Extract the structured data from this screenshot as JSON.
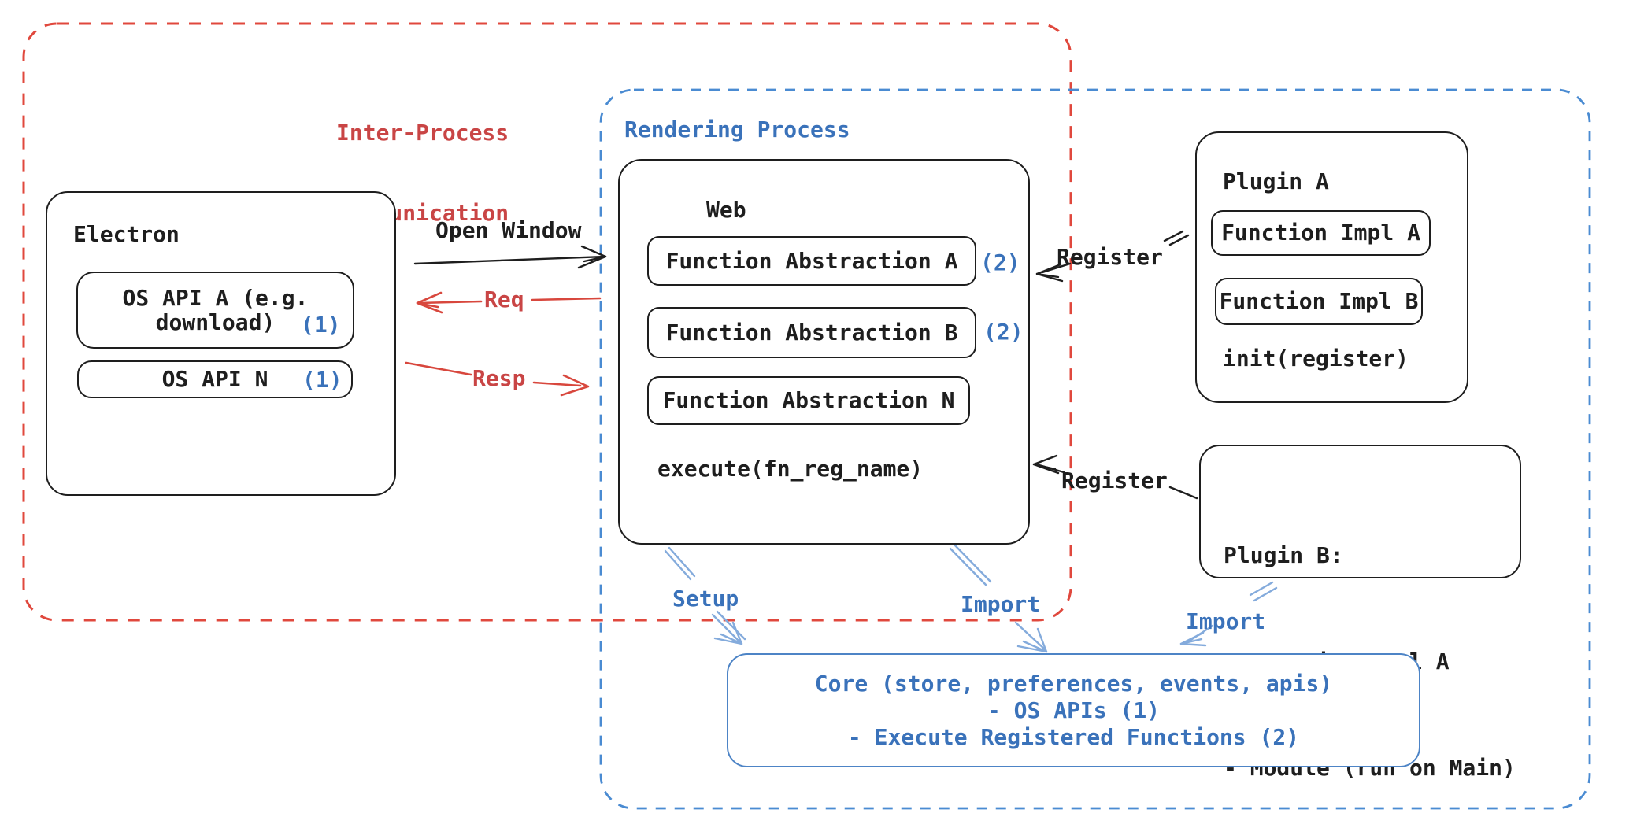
{
  "ipc": {
    "label_line1": "Inter-Process",
    "label_line2": "Communication"
  },
  "rendering": {
    "label": "Rendering Process"
  },
  "electron": {
    "title": "Electron",
    "os_api_a_line1": "OS API A (e.g.",
    "os_api_a_line2": "download)",
    "os_api_a_ref": "(1)",
    "os_api_n": "OS API N",
    "os_api_n_ref": "(1)"
  },
  "web": {
    "title": "Web",
    "fa_a": "Function Abstraction A",
    "fa_a_ref": "(2)",
    "fa_b": "Function Abstraction B",
    "fa_b_ref": "(2)",
    "fa_n": "Function Abstraction N",
    "execute": "execute(fn_reg_name)"
  },
  "plugin_a": {
    "title": "Plugin A",
    "impl_a": "Function Impl A",
    "impl_b": "Function Impl B",
    "init": "init(register)"
  },
  "plugin_b": {
    "line1": "Plugin B:",
    "line2": "- Function Impl A",
    "line3": "- Module (run on Main)"
  },
  "core": {
    "line1": "Core (store, preferences, events, apis)",
    "line2": "- OS APIs (1)",
    "line3": "- Execute Registered Functions (2)"
  },
  "labels": {
    "open_window": "Open Window",
    "req": "Req",
    "resp": "Resp",
    "register_plugin_a": "Register",
    "register_plugin_b": "Register",
    "setup": "Setup",
    "import_web": "Import",
    "import_plugin_b": "Import"
  },
  "colors": {
    "ink": "#1e1e1e",
    "red_border": "#e0483d",
    "red_text": "#c94545",
    "red_arrow": "#d8473d",
    "blue_dash": "#4a8bd2",
    "blue_text": "#3a72ba",
    "blue_arrow": "#84abdc",
    "core_border": "#4d84c6",
    "canvas_bg": "#ffffff"
  }
}
